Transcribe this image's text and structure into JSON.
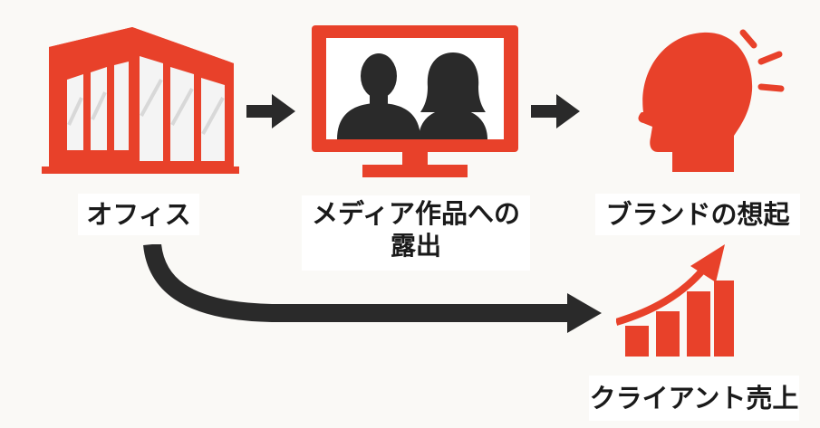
{
  "nodes": {
    "office": {
      "label": "オフィス",
      "icon": "office-building-icon"
    },
    "media": {
      "label_line1": "メディア作品への",
      "label_line2": "露出",
      "icon": "monitor-people-icon"
    },
    "brand": {
      "label": "ブランドの想起",
      "icon": "head-thinking-icon"
    },
    "sales": {
      "label": "クライアント売上",
      "icon": "bar-chart-growth-icon"
    }
  },
  "edges": [
    {
      "from": "office",
      "to": "media"
    },
    {
      "from": "media",
      "to": "brand"
    },
    {
      "from": "office",
      "to": "sales"
    }
  ],
  "colors": {
    "accent": "#e8412a",
    "dark": "#2a2a2a",
    "background": "#faf9f6",
    "glass": "#f4f4f4"
  }
}
